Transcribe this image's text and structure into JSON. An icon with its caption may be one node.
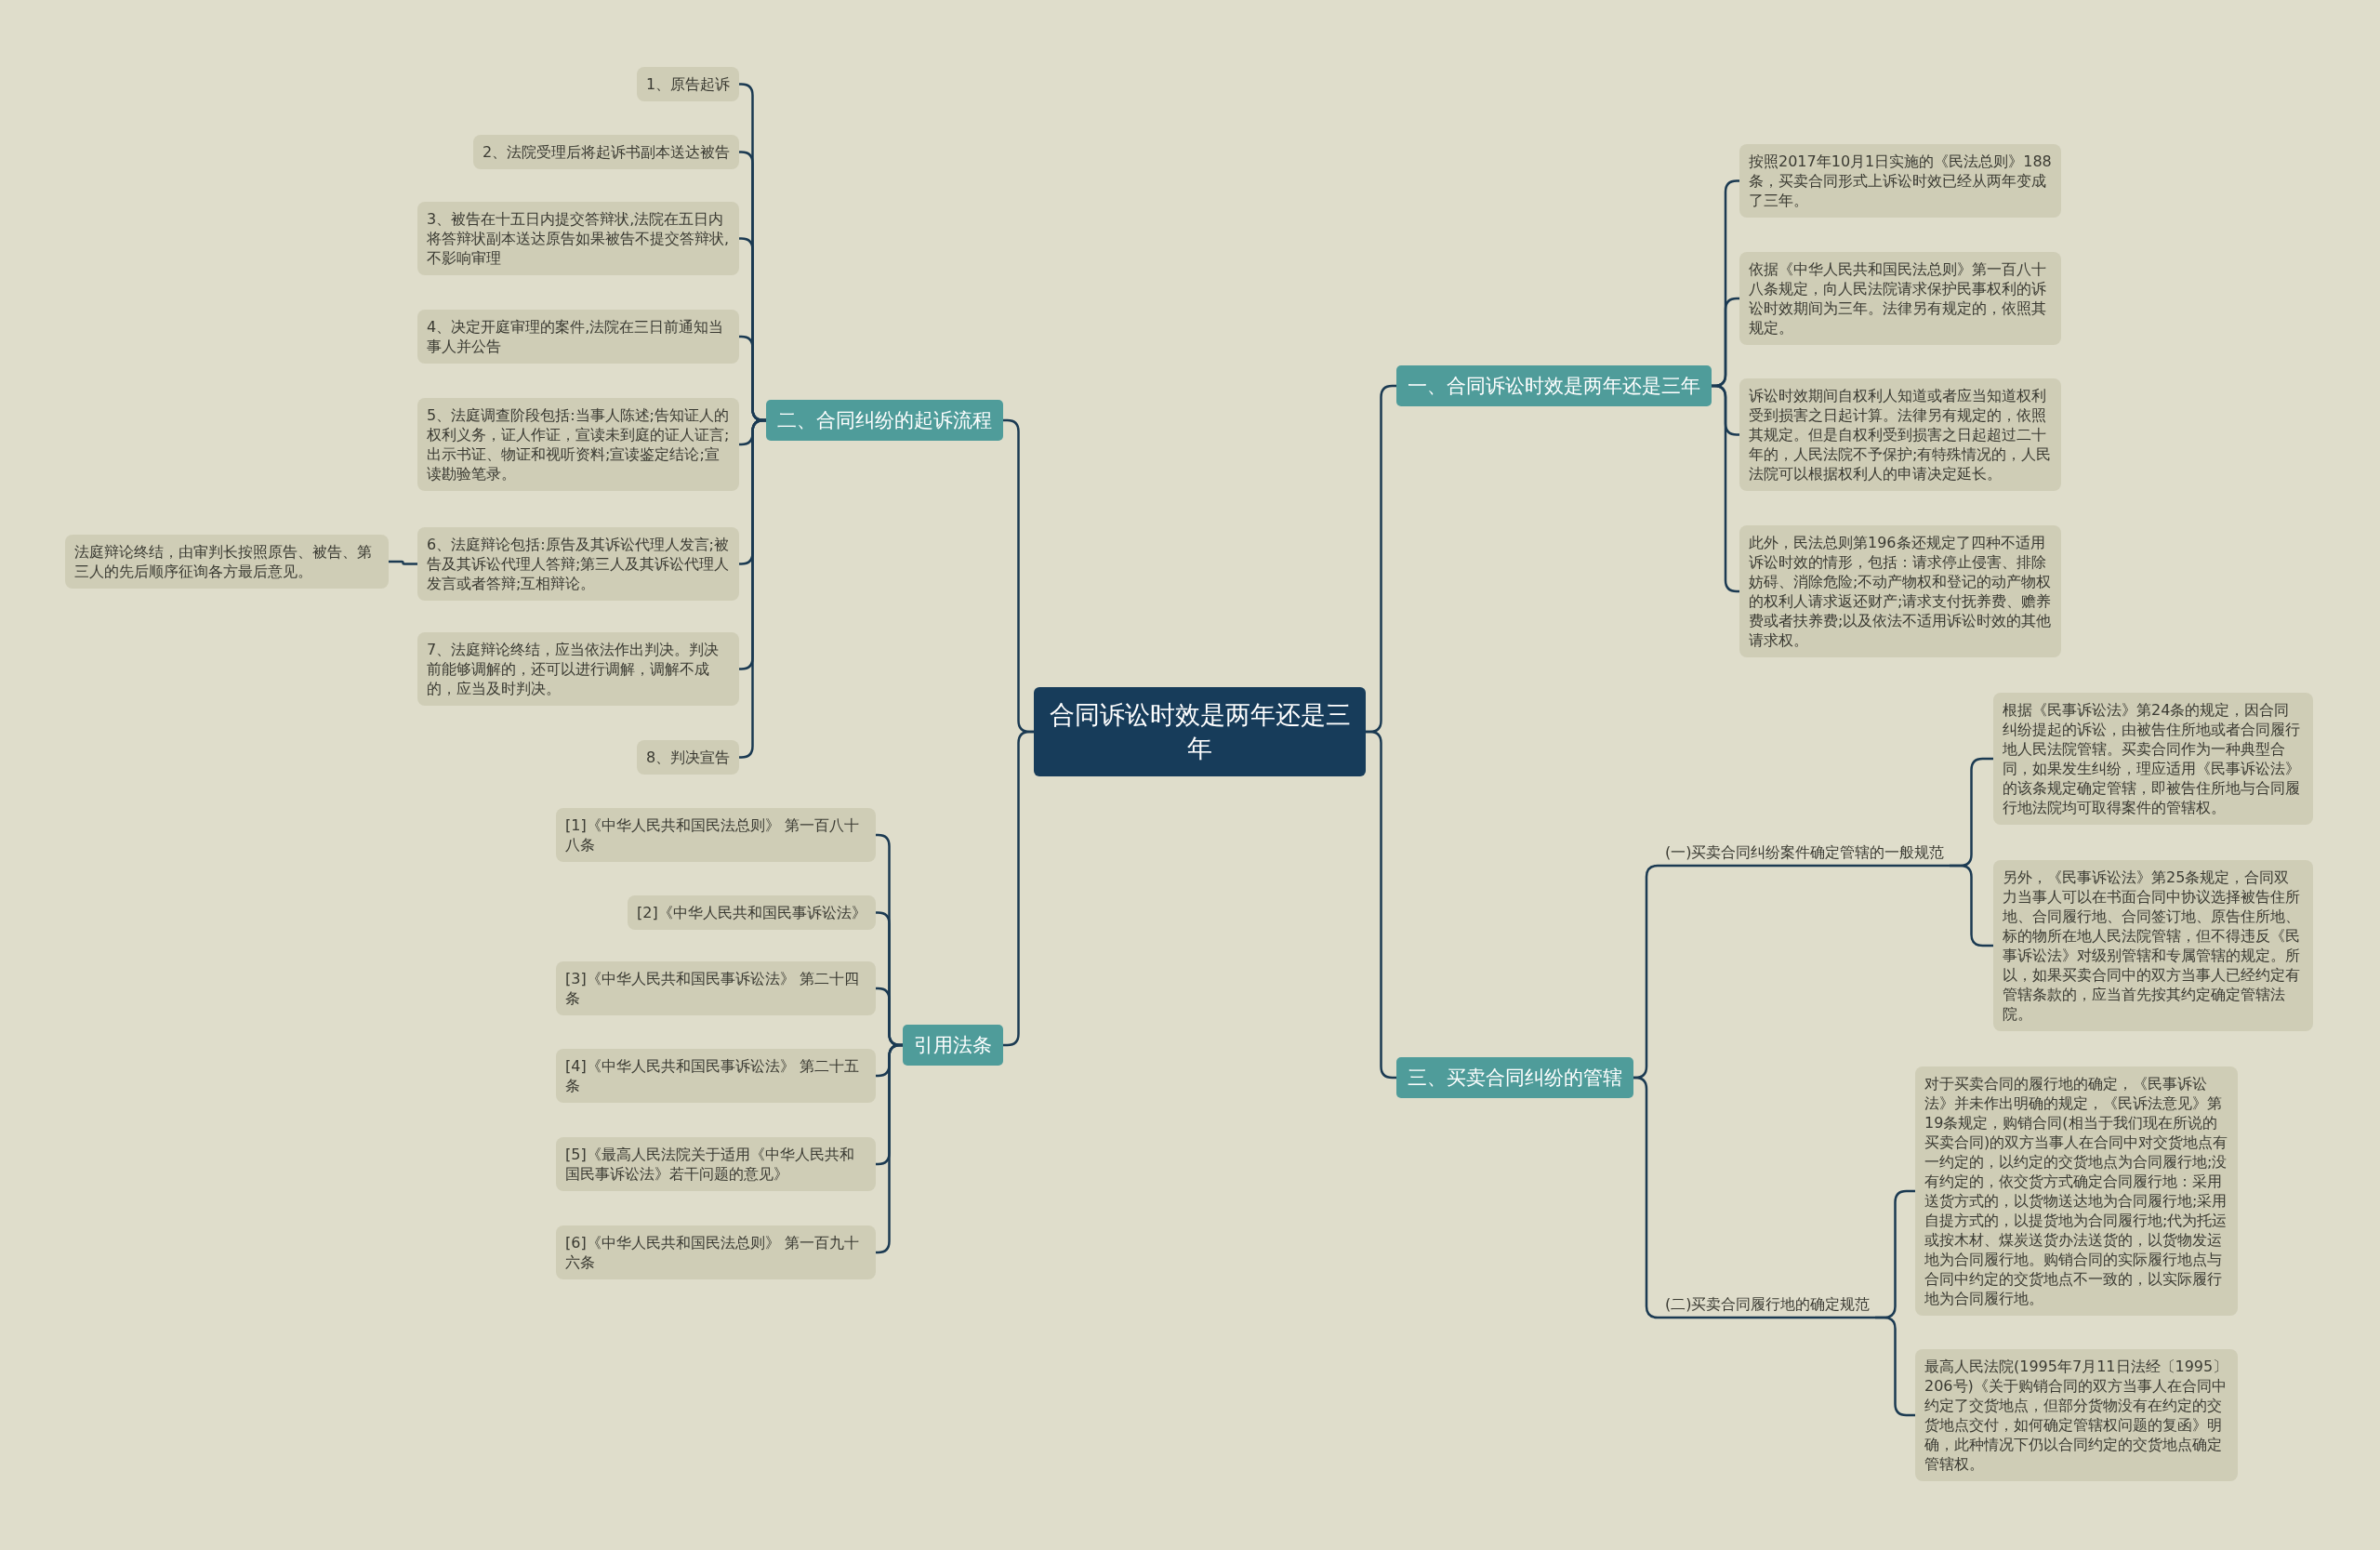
{
  "diagram": {
    "nodes": [
      {
        "text": [
          "合同诉讼时效是两年还是三年"
        ]
      },
      {
        "text": [
          "二、合同纠纷的起诉流程"
        ]
      },
      {
        "text": [
          "1、原告起诉"
        ]
      },
      {
        "text": [
          "2、法院受理后将起诉书副本送达被告"
        ]
      },
      {
        "text": [
          "3、被告在十五日内提交答辩状,法院在五日内将答辩状副本送达原告如果被告不提交答辩状,不影响审理"
        ]
      },
      {
        "text": [
          "4、决定开庭审理的案件,法院在三日前通知当事人并公告"
        ]
      },
      {
        "text": [
          "5、法庭调查阶段包括:当事人陈述;告知证人的权利义务，证人作证，宣读未到庭的证人证言;出示书证、物证和视听资料;宣读鉴定结论;宣读勘验笔录。"
        ]
      },
      {
        "text": [
          "6、法庭辩论包括:原告及其诉讼代理人发言;被告及其诉讼代理人答辩;第三人及其诉讼代理人发言或者答辩;互相辩论。"
        ]
      },
      {
        "text": [
          "7、法庭辩论终结，应当依法作出判决。判决前能够调解的，还可以进行调解，调解不成的，应当及时判决。"
        ]
      },
      {
        "text": [
          "8、判决宣告"
        ]
      },
      {
        "text": [
          "法庭辩论终结，由审判长按照原告、被告、第三人的先后顺序征询各方最后意见。"
        ]
      },
      {
        "text": [
          "引用法条"
        ]
      },
      {
        "text": [
          "[1]《中华人民共和国民法总则》 第一百八十八条"
        ]
      },
      {
        "text": [
          "[2]《中华人民共和国民事诉讼法》"
        ]
      },
      {
        "text": [
          "[3]《中华人民共和国民事诉讼法》 第二十四条"
        ]
      },
      {
        "text": [
          "[4]《中华人民共和国民事诉讼法》 第二十五条"
        ]
      },
      {
        "text": [
          "[5]《最高人民法院关于适用《中华人民共和国民事诉讼法》若干问题的意见》"
        ]
      },
      {
        "text": [
          "[6]《中华人民共和国民法总则》 第一百九十六条"
        ]
      },
      {
        "text": [
          "一、合同诉讼时效是两年还是三年"
        ]
      },
      {
        "text": [
          "按照2017年10月1日实施的《民法总则》188条，买卖合同形式上诉讼时效已经从两年变成了三年。"
        ]
      },
      {
        "text": [
          "依据《中华人民共和国民法总则》第一百八十八条规定，向人民法院请求保护民事权利的诉讼时效期间为三年。法律另有规定的，依照其规定。"
        ]
      },
      {
        "text": [
          "诉讼时效期间自权利人知道或者应当知道权利受到损害之日起计算。法律另有规定的，依照其规定。但是自权利受到损害之日起超过二十年的，人民法院不予保护;有特殊情况的，人民法院可以根据权利人的申请决定延长。"
        ]
      },
      {
        "text": [
          "此外，民法总则第196条还规定了四种不适用诉讼时效的情形，包括：请求停止侵害、排除妨碍、消除危险;不动产物权和登记的动产物权的权利人请求返还财产;请求支付抚养费、赡养费或者扶养费;以及依法不适用诉讼时效的其他请求权。"
        ]
      },
      {
        "text": [
          "三、买卖合同纠纷的管辖"
        ]
      },
      {
        "text": [
          "(一)买卖合同纠纷案件确定管辖的一般规范"
        ]
      },
      {
        "text": [
          "根据《民事诉讼法》第24条的规定，因合同纠纷提起的诉讼，由被告住所地或者合同履行地人民法院管辖。买卖合同作为一种典型合同，如果发生纠纷，理应适用《民事诉讼法》的该条规定确定管辖，即被告住所地与合同履行地法院均可取得案件的管辖权。"
        ]
      },
      {
        "text": [
          "另外，《民事诉讼法》第25条规定，合同双力当事人可以在书面合同中协议选择被告住所地、合同履行地、合同签订地、原告住所地、标的物所在地人民法院管辖，但不得违反《民事诉讼法》对级别管辖和专属管辖的规定。所以，如果买卖合同中的双方当事人已经约定有管辖条款的，应当首先按其约定确定管辖法院。"
        ]
      },
      {
        "text": [
          "(二)买卖合同履行地的确定规范"
        ]
      },
      {
        "text": [
          "对于买卖合同的履行地的确定，《民事诉讼法》并未作出明确的规定，《民诉法意见》第19条规定，购销合同(相当于我们现在所说的买卖合同)的双方当事人在合同中对交货地点有一约定的，以约定的交货地点为合同履行地;没有约定的，依交货方式确定合同履行地：采用送货方式的，以货物送达地为合同履行地;采用自提方式的，以提货地为合同履行地;代为托运或按木材、煤炭送货办法送货的，以货物发运地为合同履行地。购销合同的实际履行地点与合同中约定的交货地点不一致的，以实际履行地为合同履行地。"
        ]
      },
      {
        "text": [
          "最高人民法院(1995年7月11日法经〔1995〕206号)《关于购销合同的双方当事人在合同中约定了交货地点，但部分货物没有在约定的交货地点交付，如何确定管辖权问题的复函》明确，此种情况下仍以合同约定的交货地点确定管辖权。"
        ]
      }
    ],
    "edges": [
      {
        "from": 0,
        "to": 1,
        "arrow": "none"
      },
      {
        "from": 1,
        "to": 2,
        "arrow": "none"
      },
      {
        "from": 1,
        "to": 3,
        "arrow": "none"
      },
      {
        "from": 1,
        "to": 4,
        "arrow": "none"
      },
      {
        "from": 1,
        "to": 5,
        "arrow": "none"
      },
      {
        "from": 1,
        "to": 6,
        "arrow": "none"
      },
      {
        "from": 1,
        "to": 7,
        "arrow": "none"
      },
      {
        "from": 1,
        "to": 8,
        "arrow": "none"
      },
      {
        "from": 1,
        "to": 9,
        "arrow": "none"
      },
      {
        "from": 7,
        "to": 10,
        "arrow": "none"
      },
      {
        "from": 0,
        "to": 11,
        "arrow": "none"
      },
      {
        "from": 11,
        "to": 12,
        "arrow": "none"
      },
      {
        "from": 11,
        "to": 13,
        "arrow": "none"
      },
      {
        "from": 11,
        "to": 14,
        "arrow": "none"
      },
      {
        "from": 11,
        "to": 15,
        "arrow": "none"
      },
      {
        "from": 11,
        "to": 16,
        "arrow": "none"
      },
      {
        "from": 11,
        "to": 17,
        "arrow": "none"
      },
      {
        "from": 0,
        "to": 18,
        "arrow": "none"
      },
      {
        "from": 18,
        "to": 19,
        "arrow": "none"
      },
      {
        "from": 18,
        "to": 20,
        "arrow": "none"
      },
      {
        "from": 18,
        "to": 21,
        "arrow": "none"
      },
      {
        "from": 18,
        "to": 22,
        "arrow": "none"
      },
      {
        "from": 0,
        "to": 23,
        "arrow": "none"
      },
      {
        "from": 23,
        "to": 24,
        "arrow": "none"
      },
      {
        "from": 23,
        "to": 27,
        "arrow": "none"
      },
      {
        "from": 24,
        "to": 25,
        "arrow": "none"
      },
      {
        "from": 24,
        "to": 26,
        "arrow": "none"
      },
      {
        "from": 27,
        "to": 28,
        "arrow": "none"
      },
      {
        "from": 27,
        "to": 29,
        "arrow": "none"
      }
    ]
  }
}
